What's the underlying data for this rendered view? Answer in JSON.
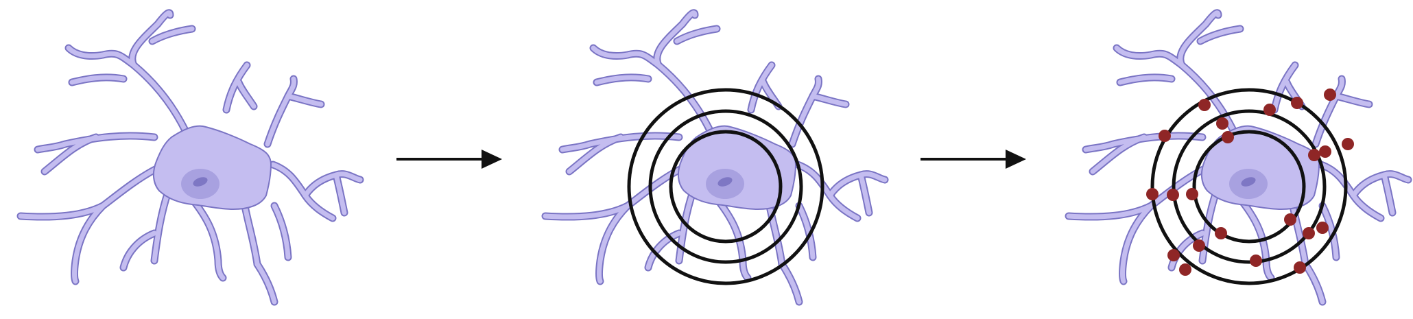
{
  "diagram": {
    "panels": [
      {
        "name": "neuron",
        "rings": 0,
        "show_intersections": false
      },
      {
        "name": "neuron-with-concentric-circles",
        "rings": 3,
        "show_intersections": false
      },
      {
        "name": "neuron-with-intersection-markers",
        "rings": 3,
        "show_intersections": true
      }
    ],
    "arrows": 2,
    "colors": {
      "cell_fill": "#c4bdf0",
      "cell_stroke": "#7a74c4",
      "nucleus": "#a8a1e0",
      "nucleolus": "#7e77c4",
      "ring": "#111111",
      "marker": "#8f2626",
      "arrow": "#111111"
    }
  }
}
